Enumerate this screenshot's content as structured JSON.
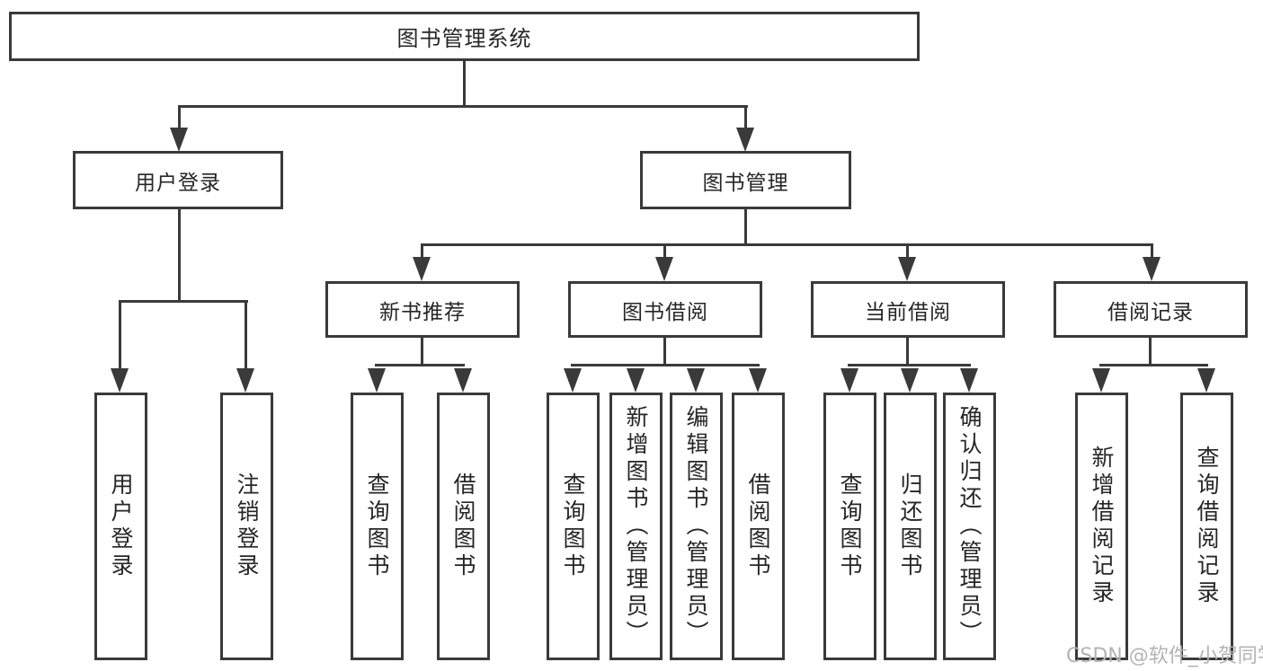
{
  "diagram": {
    "root": "图书管理系统",
    "branches": [
      {
        "label": "用户登录",
        "leaves": [
          "用户登录",
          "注销登录"
        ]
      },
      {
        "label": "图书管理",
        "groups": [
          {
            "label": "新书推荐",
            "leaves": [
              "查询图书",
              "借阅图书"
            ]
          },
          {
            "label": "图书借阅",
            "leaves": [
              "查询图书",
              "新增图书（管理员）",
              "编辑图书（管理员）",
              "借阅图书"
            ]
          },
          {
            "label": "当前借阅",
            "leaves": [
              "查询图书",
              "归还图书",
              "确认归还（管理员）"
            ]
          },
          {
            "label": "借阅记录",
            "leaves": [
              "新增借阅记录",
              "查询借阅记录"
            ]
          }
        ]
      }
    ]
  },
  "watermark": {
    "text": "CSDN @软件_小贺同学"
  },
  "colors": {
    "line": "#3a3a3a",
    "text": "#262626",
    "watermark": "#b3b3b3",
    "background": "#ffffff"
  }
}
